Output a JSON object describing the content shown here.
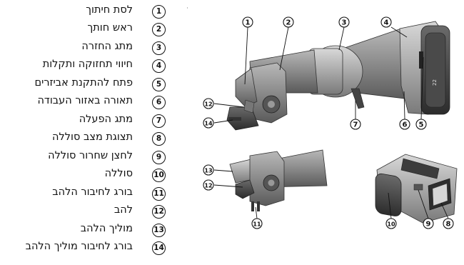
{
  "legend": [
    {
      "num": "1",
      "label": "לסת חיתוך"
    },
    {
      "num": "2",
      "label": "ראש חותך"
    },
    {
      "num": "3",
      "label": "מתג החזרה"
    },
    {
      "num": "4",
      "label": "חיווי תחזוקה ותקלות"
    },
    {
      "num": "5",
      "label": "פתח להתקנת אביזרים"
    },
    {
      "num": "6",
      "label": "תאורה באזור העבודה"
    },
    {
      "num": "7",
      "label": "מתג הפעלה"
    },
    {
      "num": "8",
      "label": "תצוגת מצב סוללה"
    },
    {
      "num": "9",
      "label": "לחצן שחרור סוללה"
    },
    {
      "num": "10",
      "label": "סוללה"
    },
    {
      "num": "11",
      "label": "בורג לחיבור הלהב"
    },
    {
      "num": "12",
      "label": "להב"
    },
    {
      "num": "13",
      "label": "מוליך הלהב"
    },
    {
      "num": "14",
      "label": "בורג לחיבור מוליך הלהב"
    }
  ],
  "callouts": {
    "main": [
      "1",
      "2",
      "3",
      "4",
      "5",
      "6",
      "7",
      "12",
      "14"
    ],
    "head": [
      "13",
      "12",
      "11"
    ],
    "battery": [
      "10",
      "9",
      "8"
    ]
  }
}
